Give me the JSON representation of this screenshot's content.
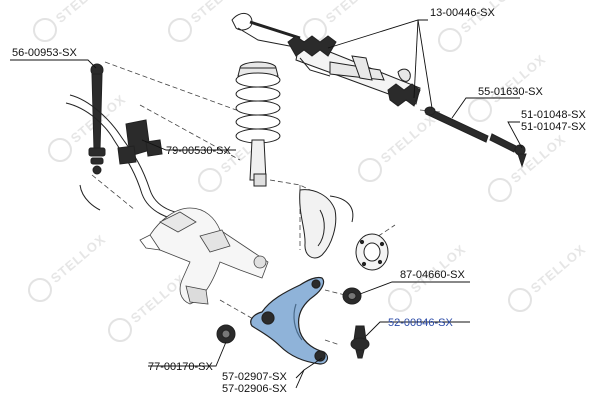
{
  "watermark": {
    "text": "STELLOX"
  },
  "colors": {
    "highlight_label": "#2a4aa8",
    "control_arm": "#8fb3d9",
    "line": "#111111"
  },
  "labels": {
    "steering_rack": "13-00446-SX",
    "stabilizer_link": "56-00953-SX",
    "inner_tie_rod": "55-01630-SX",
    "tie_rod_end_1": "51-01048-SX",
    "tie_rod_end_2": "51-01047-SX",
    "stabilizer_bushing": "79-00530-SX",
    "rear_arm_bushing": "87-04660-SX",
    "ball_joint": "52-00846-SX",
    "front_arm_bushing": "77-00170-SX",
    "control_arm_1": "57-02907-SX",
    "control_arm_2": "57-02906-SX"
  }
}
